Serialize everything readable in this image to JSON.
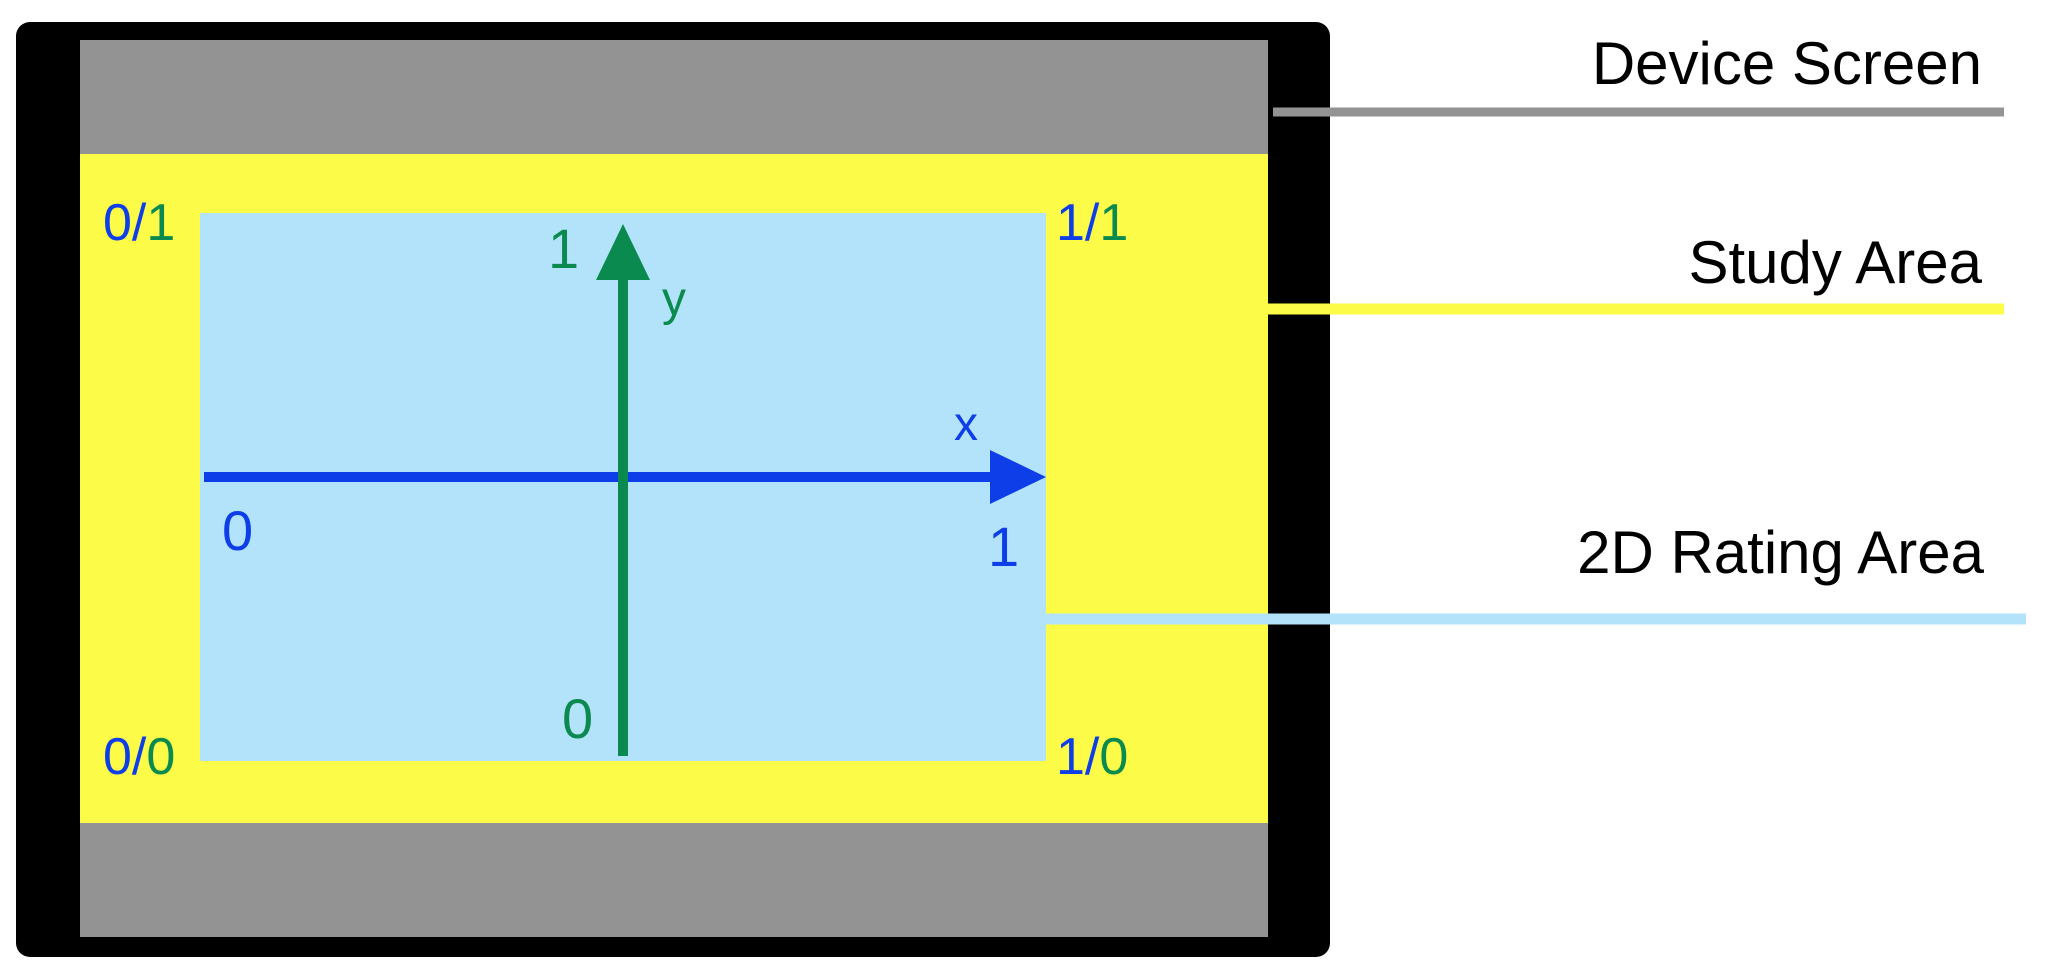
{
  "callouts": {
    "device_screen": "Device Screen",
    "study_area": "Study Area",
    "rating_area": "2D Rating Area"
  },
  "corners": {
    "top_left": {
      "x": "0",
      "sep": "/",
      "y": "1"
    },
    "top_right": {
      "x": "1",
      "sep": "/",
      "y": "1"
    },
    "bottom_left": {
      "x": "0",
      "sep": "/",
      "y": "0"
    },
    "bottom_right": {
      "x": "1",
      "sep": "/",
      "y": "0"
    }
  },
  "axes": {
    "x": {
      "name": "x",
      "min_label": "0",
      "max_label": "1"
    },
    "y": {
      "name": "y",
      "min_label": "0",
      "max_label": "1"
    }
  },
  "colors": {
    "device_frame": "#000000",
    "device_screen": "#939393",
    "study_area": "#fcfc48",
    "rating_area": "#b3e3fa",
    "x_axis": "#0d3ee8",
    "y_axis": "#0a8a4e",
    "x_text": "#0d3ee8",
    "y_text": "#0a8a4e"
  }
}
